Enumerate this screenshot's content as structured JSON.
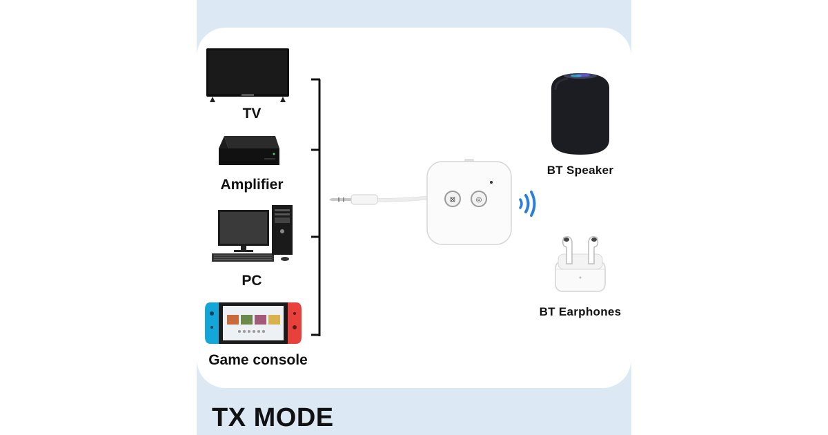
{
  "sources": {
    "tv": "TV",
    "amplifier": "Amplifier",
    "pc": "PC",
    "game_console": "Game console"
  },
  "targets": {
    "speaker": "BT Speaker",
    "earphones": "BT Earphones"
  },
  "mode_title": "TX MODE",
  "colors": {
    "panel_background": "#dce9f5",
    "bluetooth_waves": "#2a7fd6",
    "joycon_left": "#12a7d8",
    "joycon_right": "#e8413c"
  }
}
